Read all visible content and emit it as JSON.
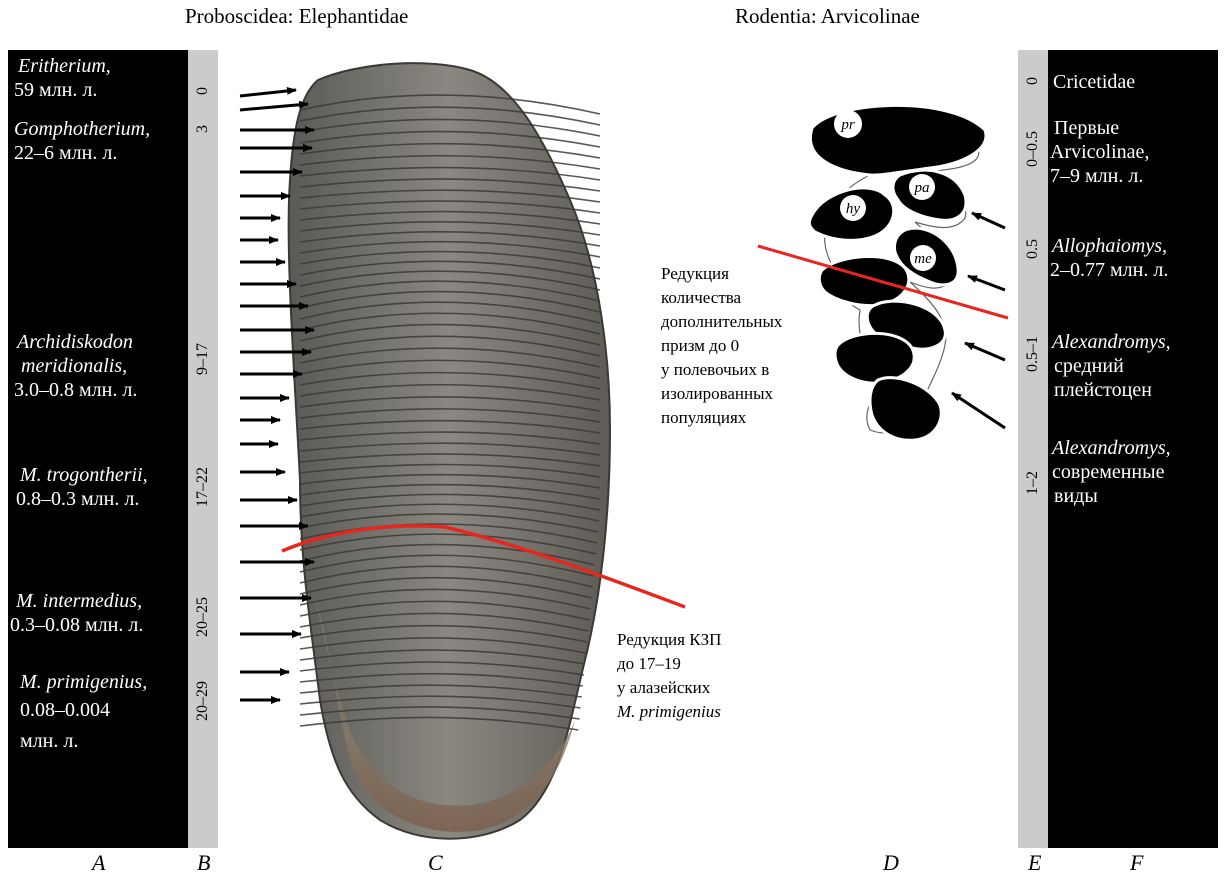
{
  "headers": {
    "left": "Proboscidea: Elephantidae",
    "right": "Rodentia: Arvicolinae"
  },
  "col_a": [
    {
      "name": "Eritherium,",
      "age": "59 млн. л."
    },
    {
      "name": "Gomphotherium,",
      "age": "22–6 млн. л."
    },
    {
      "name": "Archidiskodon",
      "name2": "meridionalis,",
      "age": "3.0–0.8 млн. л."
    },
    {
      "name": "M. trogontherii,",
      "age": "0.8–0.3 млн. л."
    },
    {
      "name": "M. intermedius,",
      "age": "0.3–0.08 млн. л."
    },
    {
      "name": "M. primigenius,",
      "age": "0.08–0.004",
      "age2": "млн. л."
    }
  ],
  "col_b": [
    "0",
    "3",
    "9–17",
    "17–22",
    "20–25",
    "20–29"
  ],
  "col_e": [
    "0",
    "0–0.5",
    "0.5",
    "0.5–1",
    "1–2"
  ],
  "col_f": [
    {
      "line1": "Cricetidae"
    },
    {
      "line1": "Первые",
      "line2": "Arvicolinae,",
      "line3": "7–9 млн. л."
    },
    {
      "line1": "Allophaiomys,",
      "line2": "2–0.77 млн. л."
    },
    {
      "line1": "Alexandromys,",
      "line2": "средний",
      "line3": "плейстоцен"
    },
    {
      "line1": "Alexandromys,",
      "line2": "современные",
      "line3": "виды"
    }
  ],
  "annotation_rodent": [
    "Редукция",
    "количества",
    "дополнительных",
    "призм до 0",
    "у полевочьих в",
    "изолированных",
    "популяциях"
  ],
  "annotation_mammoth": [
    "Редукция КЗП",
    "до 17–19",
    "у алазейских",
    "M. primigenius"
  ],
  "molar_labels": [
    "pr",
    "pa",
    "hy",
    "me"
  ],
  "column_letters": [
    "A",
    "B",
    "C",
    "D",
    "E",
    "F"
  ],
  "colors": {
    "reduction_line": "#e8261d",
    "tooth": "#6b6a63",
    "column_gray": "#cbcbcb"
  }
}
